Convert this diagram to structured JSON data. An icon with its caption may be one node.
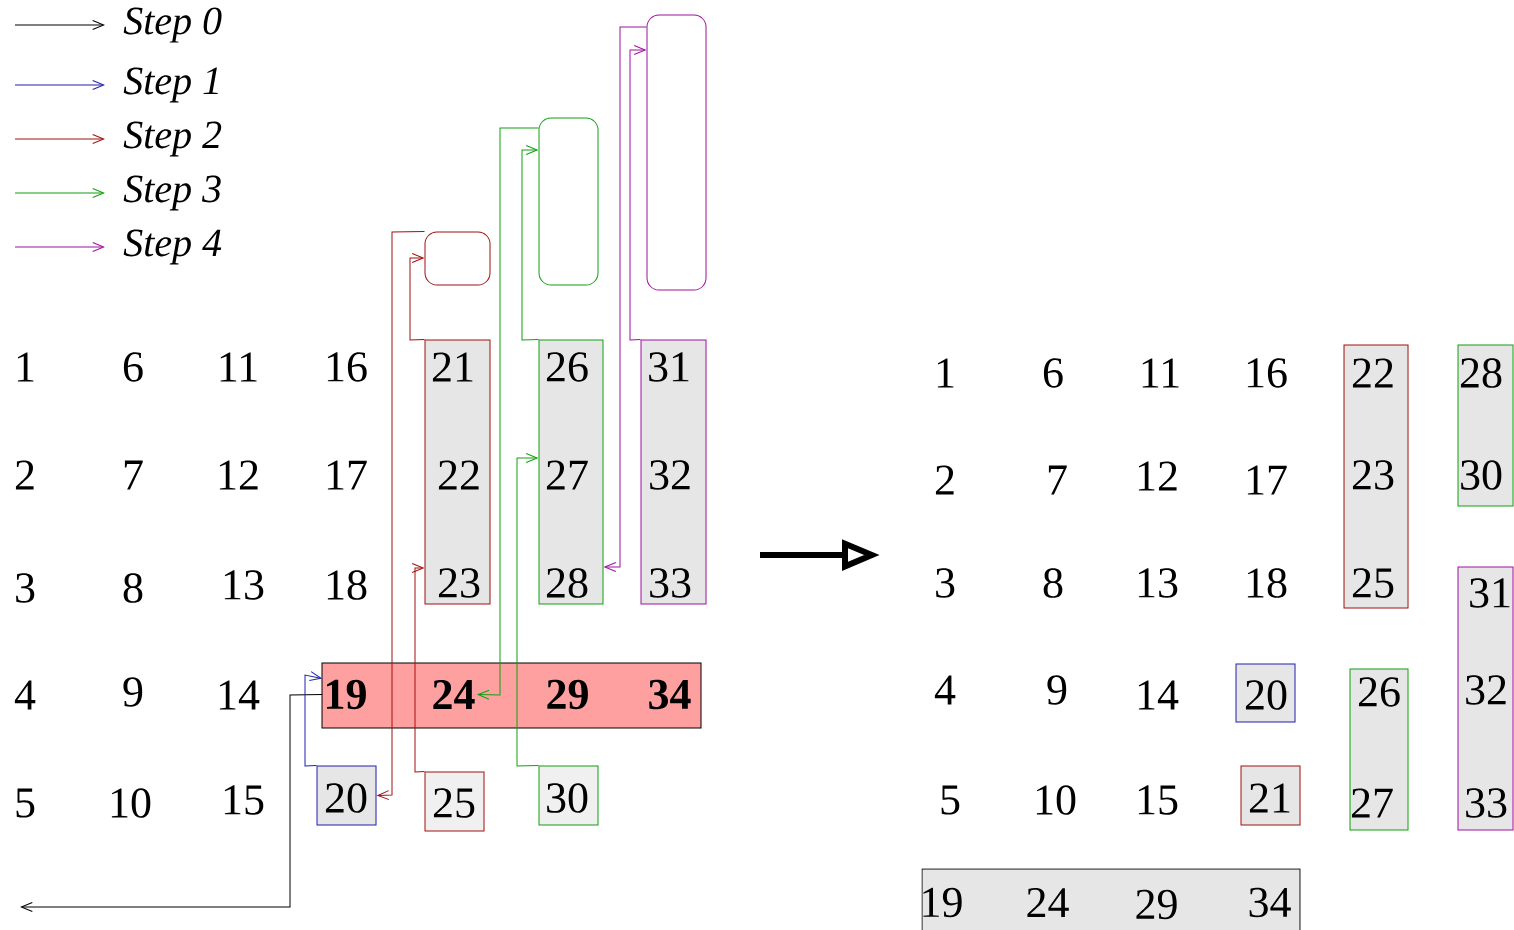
{
  "diagram": {
    "nodes": [
      {
        "text": [],
        "shape": "box"
      },
      {
        "text": [],
        "shape": "box"
      },
      {
        "text": [],
        "shape": "box"
      },
      {
        "text": [
          "21",
          "22",
          "23"
        ]
      },
      {
        "text": [
          "26",
          "27",
          "28"
        ]
      },
      {
        "text": [
          "31",
          "32",
          "33"
        ]
      },
      {
        "text": [],
        "shape": "bar"
      },
      {
        "text": [
          "19"
        ],
        "in": 6
      },
      {
        "text": [
          "24"
        ],
        "in": 6
      },
      {
        "text": [
          "29"
        ],
        "in": 6
      },
      {
        "text": [
          "34"
        ],
        "in": 6
      },
      {
        "text": [
          "20"
        ]
      },
      {
        "text": [
          "25"
        ]
      },
      {
        "text": [
          "30"
        ]
      },
      {
        "text": [
          "22",
          "23",
          "25"
        ]
      },
      {
        "text": [
          "28",
          "30"
        ]
      },
      {
        "text": [
          "31",
          "32",
          "33"
        ]
      },
      {
        "text": [
          "20"
        ]
      },
      {
        "text": [
          "26",
          "27"
        ]
      },
      {
        "text": [
          "21"
        ]
      },
      {
        "text": [],
        "shape": "bar"
      },
      {
        "text": [
          "19"
        ],
        "in": 20
      },
      {
        "text": [
          "24"
        ],
        "in": 20
      },
      {
        "text": [
          "29"
        ],
        "in": 20
      },
      {
        "text": [
          "34"
        ],
        "in": 20
      }
    ],
    "edges": [
      {
        "from": 7,
        "to": null,
        "arrow": "to",
        "color": "#000000"
      },
      {
        "from": 11,
        "to": 7,
        "arrow": "to",
        "color": "#2020b0"
      },
      {
        "from": 2,
        "to": 11,
        "arrow": "to",
        "color": "#a01010"
      },
      {
        "from": 3,
        "to": 2,
        "arrow": "to",
        "color": "#a01010"
      },
      {
        "from": 12,
        "to": 3,
        "arrow": "to",
        "color": "#a01010"
      },
      {
        "from": 1,
        "to": 8,
        "arrow": "to",
        "color": "#10a010"
      },
      {
        "from": 4,
        "to": 1,
        "arrow": "to",
        "color": "#10a010"
      },
      {
        "from": 13,
        "to": 4,
        "arrow": "to",
        "color": "#10a010"
      },
      {
        "from": 0,
        "to": 4,
        "arrow": "to",
        "color": "#a010a0"
      },
      {
        "from": 5,
        "to": 0,
        "arrow": "to",
        "color": "#a010a0"
      }
    ],
    "labels": [
      "1",
      "6",
      "11",
      "16",
      "2",
      "7",
      "12",
      "17",
      "3",
      "8",
      "13",
      "18",
      "4",
      "9",
      "14",
      "5",
      "10",
      "15",
      "1",
      "6",
      "11",
      "16",
      "2",
      "7",
      "12",
      "17",
      "3",
      "8",
      "13",
      "18",
      "4",
      "9",
      "14",
      "5",
      "10",
      "15"
    ],
    "legend": [
      {
        "text": "Step 0"
      },
      {
        "text": "Step 1"
      },
      {
        "text": "Step 2"
      },
      {
        "text": "Step 3"
      },
      {
        "text": "Step 4"
      }
    ]
  }
}
